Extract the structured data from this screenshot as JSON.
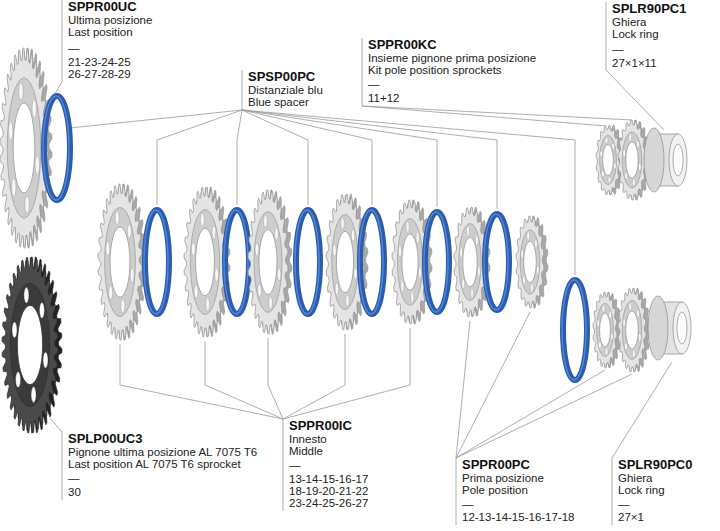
{
  "diagram": {
    "labels": [
      "SPPR00UC",
      "Ultima posizione",
      "Last position",
      "—",
      "21-23-24-25",
      "26-27-28-29",
      "SPLR90PC1",
      "Ghiera",
      "Lock ring",
      "—",
      "27×1×11",
      "SPPR00KC",
      "Insieme pignone prima posizione",
      "Kit pole position sprockets",
      "—",
      "11+12",
      "SPSP00PC",
      "Distanziale blu",
      "Blue spacer",
      "SPPR00IC",
      "Innesto",
      "Middle",
      "—",
      "13-14-15-16-17",
      "18-19-20-21-22",
      "23-24-25-26-27",
      "SPLP00UC3",
      "Pignone ultima posizione AL 7075 T6",
      "Last position AL 7075 T6 sprocket",
      "—",
      "30",
      "SPPR00PC",
      "Prima posizione",
      "Pole position",
      "—",
      "12-13-14-15-16-17-18",
      "SPLR90PC0",
      "Ghiera",
      "Lock ring",
      "—",
      "27×1"
    ]
  }
}
